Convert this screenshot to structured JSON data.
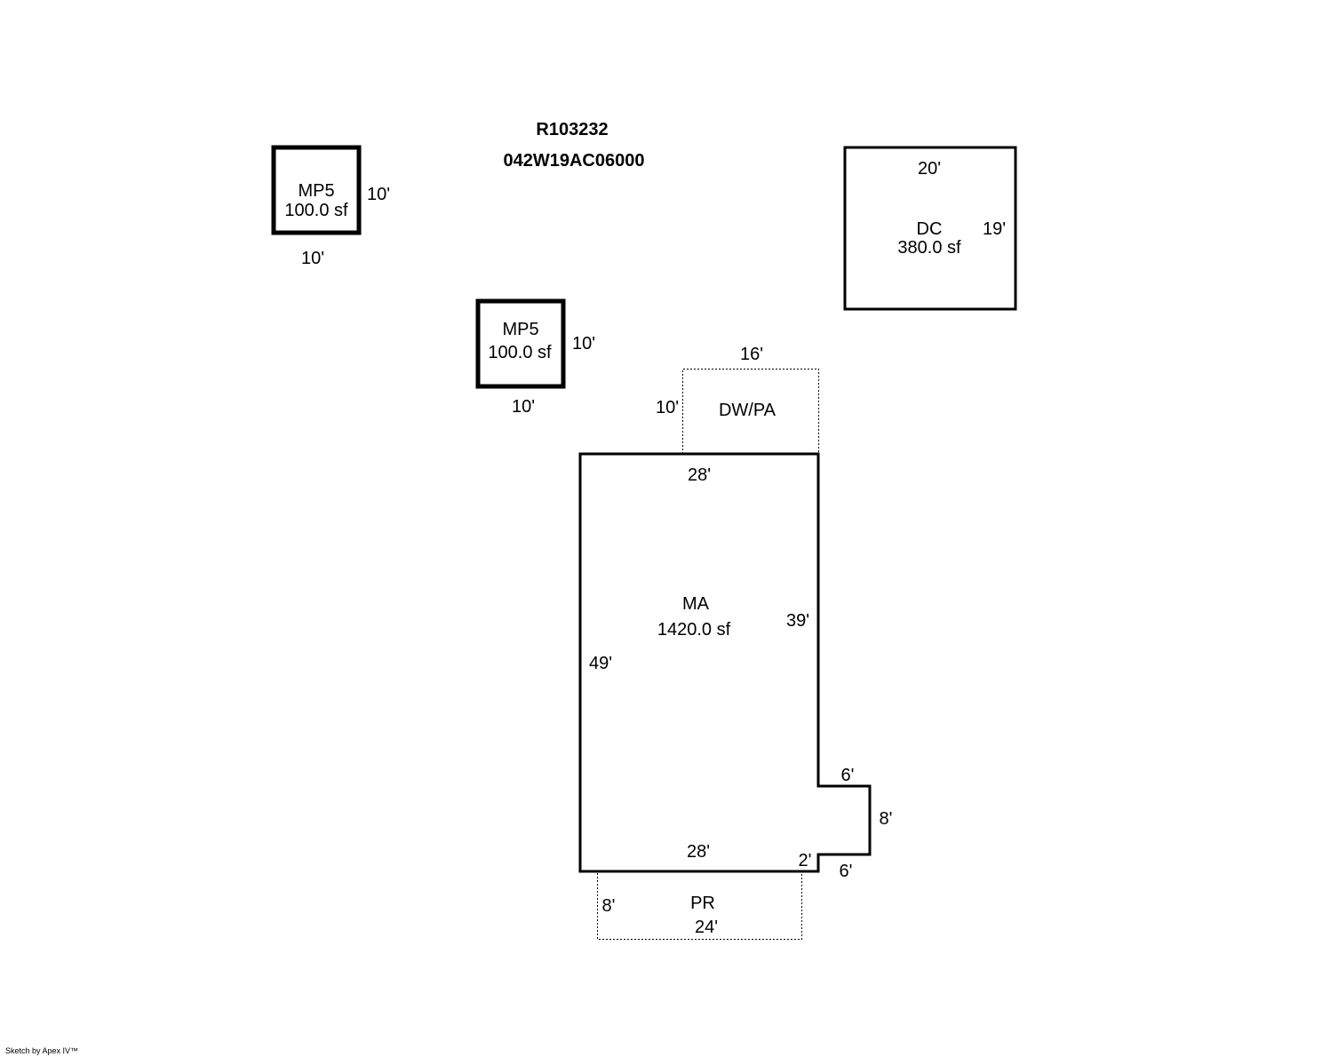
{
  "header": {
    "parcel_id": "R103232",
    "map_number": "042W19AC06000"
  },
  "footer": {
    "credit": "Sketch by Apex IV™"
  },
  "areas": {
    "mp5_left": {
      "code": "MP5",
      "area": "100.0 sf",
      "side_right": "10'",
      "side_bottom": "10'"
    },
    "mp5_center": {
      "code": "MP5",
      "area": "100.0 sf",
      "side_right": "10'",
      "side_bottom": "10'"
    },
    "dc": {
      "code": "DC",
      "area": "380.0 sf",
      "side_top": "20'",
      "side_right": "19'"
    },
    "dwpa": {
      "code": "DW/PA",
      "side_top": "16'",
      "side_left": "10'"
    },
    "ma": {
      "code": "MA",
      "area": "1420.0 sf",
      "side_top": "28'",
      "side_right": "39'",
      "side_left": "49'",
      "side_bottom": "28'",
      "bump_top": "6'",
      "bump_right": "8'",
      "bump_bottom": "6'",
      "bump_step": "2'"
    },
    "pr": {
      "code": "PR",
      "side_left": "8'",
      "side_bottom": "24'"
    }
  },
  "colors": {
    "line": "#000000",
    "background": "#ffffff"
  }
}
